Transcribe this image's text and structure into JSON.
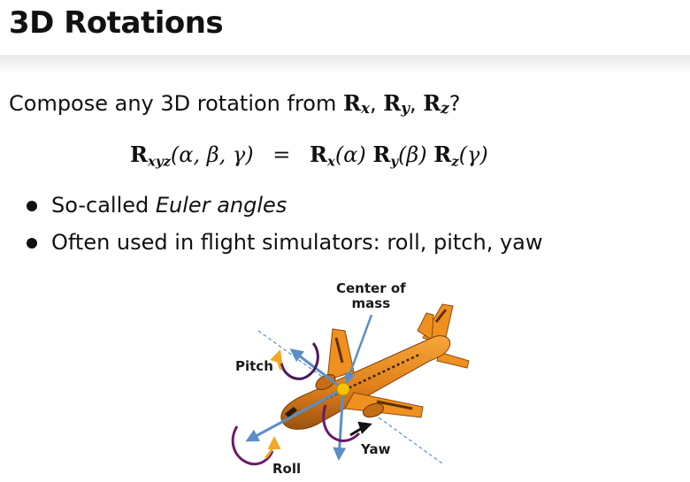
{
  "slide": {
    "title": "3D Rotations",
    "prompt_text": "Compose any 3D rotation from",
    "prompt_matrices": [
      {
        "base": "R",
        "sub": "x",
        "after": ", "
      },
      {
        "base": "R",
        "sub": "y",
        "after": ", "
      },
      {
        "base": "R",
        "sub": "z",
        "after": "?"
      }
    ],
    "equation": {
      "lhs_sub": "xyz",
      "lhs_args": "(α, β, γ)",
      "equals": "=",
      "rhs": [
        {
          "sub": "x",
          "arg": "(α)"
        },
        {
          "sub": "y",
          "arg": "(β)"
        },
        {
          "sub": "z",
          "arg": "(γ)"
        }
      ]
    },
    "bullets": [
      {
        "plain": "So-called ",
        "italic": "Euler angles"
      },
      {
        "plain": "Often used in flight simulators: roll, pitch, yaw",
        "italic": ""
      }
    ]
  },
  "figure": {
    "labels": {
      "center_of_mass_line1": "Center of",
      "center_of_mass_line2": "mass",
      "pitch": "Pitch",
      "roll": "Roll",
      "yaw": "Yaw"
    },
    "colors": {
      "airplane": "#f0901e",
      "airplane_dark": "#8a4a10",
      "axis_arrow": "#5b8ec7",
      "center_dot": "#f5c400"
    }
  }
}
